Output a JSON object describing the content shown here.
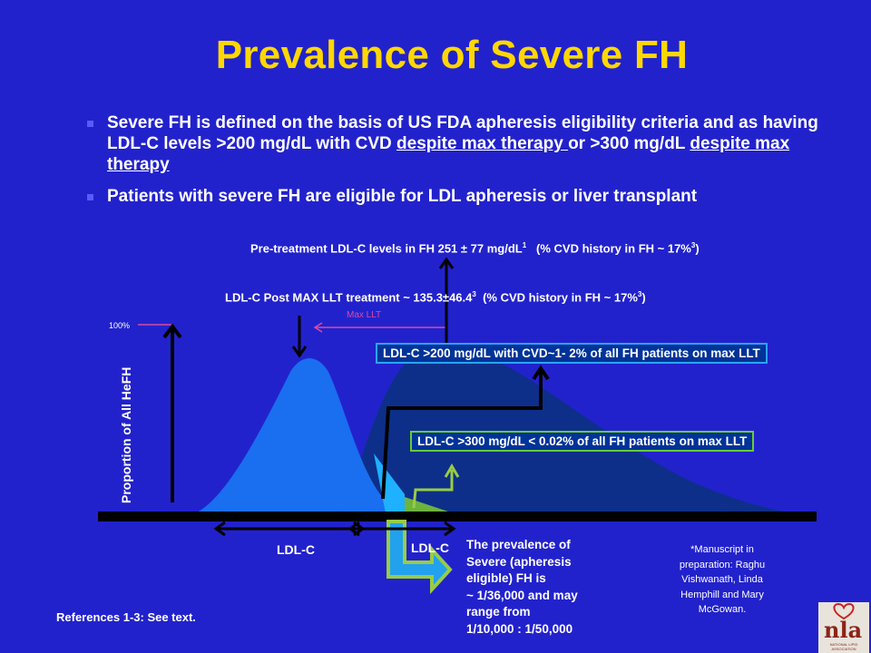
{
  "title": "Prevalence of Severe FH",
  "bullets": {
    "b1_part1": "Severe FH is defined on the basis of US FDA apheresis eligibility criteria and as having LDL-C levels >200 mg/dL with CVD ",
    "b1_under1": "despite max therapy ",
    "b1_part2": "or >300 mg/dL ",
    "b1_under2": "despite max therapy",
    "b2": "Patients with severe FH are eligible for LDL apheresis or liver transplant"
  },
  "labels": {
    "pre_treatment": "Pre-treatment LDL-C levels in FH 251 ± 77 mg/dL",
    "pre_treatment_sup": "1",
    "pre_treatment_cvd": "(% CVD history in FH  ~ 17%",
    "pre_treatment_cvd_sup": "3",
    "pre_treatment_cvd_close": ")",
    "post_treatment": "LDL-C Post MAX LLT treatment ~ 135.3±46.4",
    "post_treatment_sup": "3",
    "post_treatment_cvd": "(% CVD history in FH  ~ 17%",
    "post_treatment_cvd_sup": "3",
    "post_treatment_cvd_close": ")",
    "max_llt": "Max LLT",
    "hundred_pct": "100%",
    "y_axis": "Proportion of All HeFH",
    "x_left": "LDL-C",
    "x_right": "LDL-C",
    "box_cvd": "LDL-C >200 mg/dL with CVD~1- 2% of all FH patients on max LLT",
    "box_300": "LDL-C >300 mg/dL < 0.02% of all FH patients on max LLT"
  },
  "prevalence_lines": [
    "The prevalence of",
    "Severe (apheresis",
    "eligible) FH is",
    "~ 1/36,000 and may",
    "range from",
    "1/10,000 : 1/50,000"
  ],
  "manuscript_lines": [
    "*Manuscript in",
    "preparation: Raghu",
    "Vishwanath, Linda",
    "Hemphill and Mary",
    "McGowan."
  ],
  "references": "References 1-3: See text.",
  "logo": {
    "mark": "nla",
    "text": "NATIONAL LIPID ASSOCIATION"
  },
  "colors": {
    "background": "#2222cc",
    "title": "#ffd700",
    "curve_post": "#1a6ef0",
    "curve_pre": "#0d2f8a",
    "arrow_green": "#99cc44",
    "box_blue_border": "#2aa4ff",
    "box_green_border": "#66cc33",
    "max_llt": "#d84aa8"
  }
}
